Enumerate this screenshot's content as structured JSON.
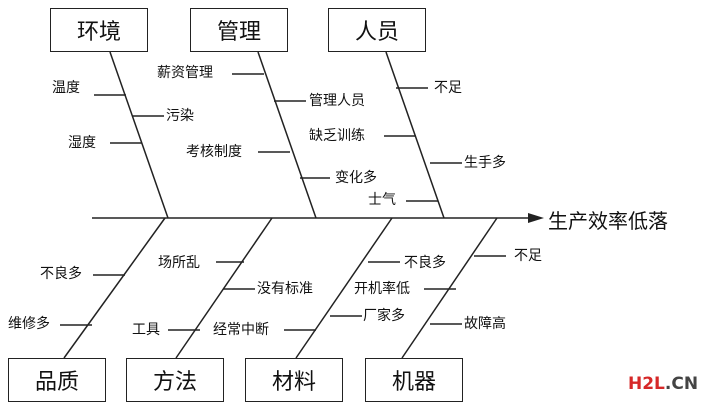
{
  "effect": "生产效率低落",
  "categories": {
    "env": "环境",
    "mgmt": "管理",
    "people": "人员",
    "quality": "品质",
    "method": "方法",
    "material": "材料",
    "machine": "机器"
  },
  "causes": {
    "env": [
      "温度",
      "污染",
      "湿度"
    ],
    "mgmt": [
      "薪资管理",
      "管理人员",
      "考核制度",
      "变化多",
      "士气"
    ],
    "people": [
      "不足",
      "缺乏训练",
      "生手多"
    ],
    "quality": [
      "不良多",
      "维修多"
    ],
    "method": [
      "场所乱",
      "没有标准",
      "工具",
      "经常中断"
    ],
    "material": [
      "不良多",
      "开机率低",
      "厂家多"
    ],
    "machine": [
      "不足",
      "故障高"
    ]
  },
  "watermark": {
    "part1": "H2L",
    "part2": ".CN"
  }
}
